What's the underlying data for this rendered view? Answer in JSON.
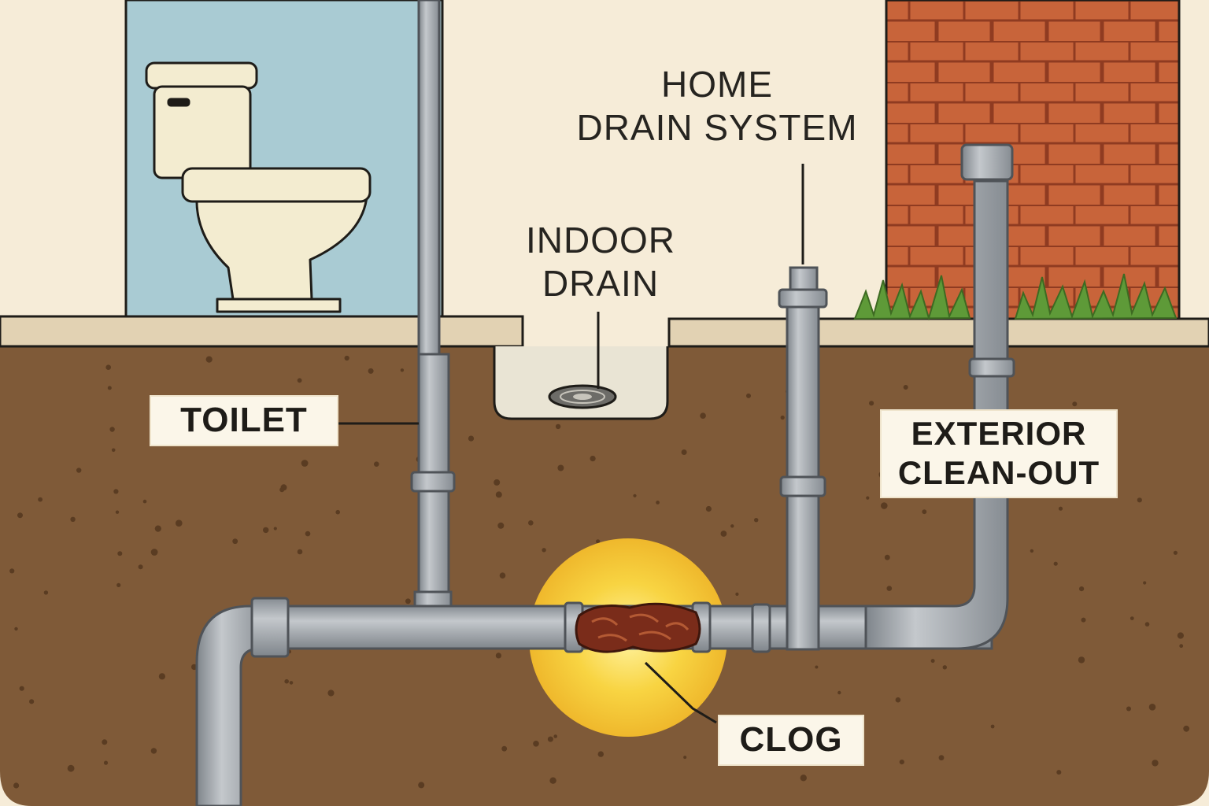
{
  "labels": {
    "title_line1": "HOME",
    "title_line2": "DRAIN SYSTEM",
    "indoor_drain_line1": "INDOOR",
    "indoor_drain_line2": "DRAIN",
    "toilet": "TOILET",
    "exterior_line1": "EXTERIOR",
    "exterior_line2": "CLEAN-OUT",
    "clog": "CLOG"
  },
  "colors": {
    "soil": "#7f5a38",
    "pipe": "#9aa0a5",
    "pipe_edge": "#4f5358",
    "clog_glow": "#f8c93a",
    "clog": "#7a2c1a",
    "brick": "#c8643a",
    "bathroom_wall": "#a9cbd3",
    "grass": "#5e9a38"
  }
}
